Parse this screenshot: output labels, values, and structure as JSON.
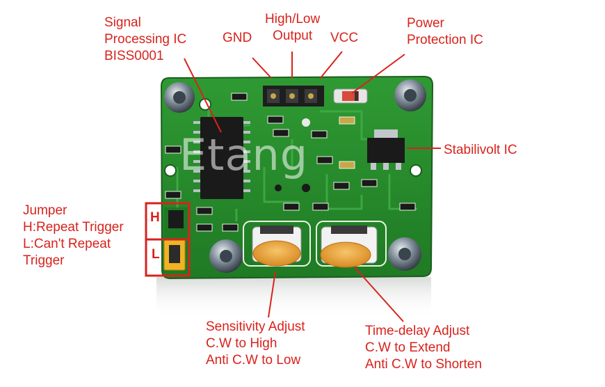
{
  "colors": {
    "annotation": "#d8221c",
    "pcb": "#2a8f2e",
    "pcb_dark": "#1c6e22",
    "silkscreen": "#e9f5e4",
    "potentiometer": "#e9a23b",
    "header_pins": "#222222"
  },
  "watermark": "Etang",
  "labels": {
    "signal_ic": [
      "Signal",
      "Processing IC",
      "BISS0001"
    ],
    "gnd": [
      "GND"
    ],
    "output": [
      "High/Low",
      "Output"
    ],
    "vcc": [
      "VCC"
    ],
    "power_ic": [
      "Power",
      "Protection IC"
    ],
    "stabilivolt": [
      "Stabilivolt IC"
    ],
    "jumper": [
      "Jumper",
      "H:Repeat Trigger",
      "L:Can't Repeat",
      "Trigger"
    ],
    "jumper_h": "H",
    "jumper_l": "L",
    "sensitivity": [
      "Sensitivity Adjust",
      "C.W to High",
      "Anti C.W to Low"
    ],
    "time_delay": [
      "Time-delay Adjust",
      "C.W to Extend",
      "Anti C.W to Shorten"
    ]
  }
}
